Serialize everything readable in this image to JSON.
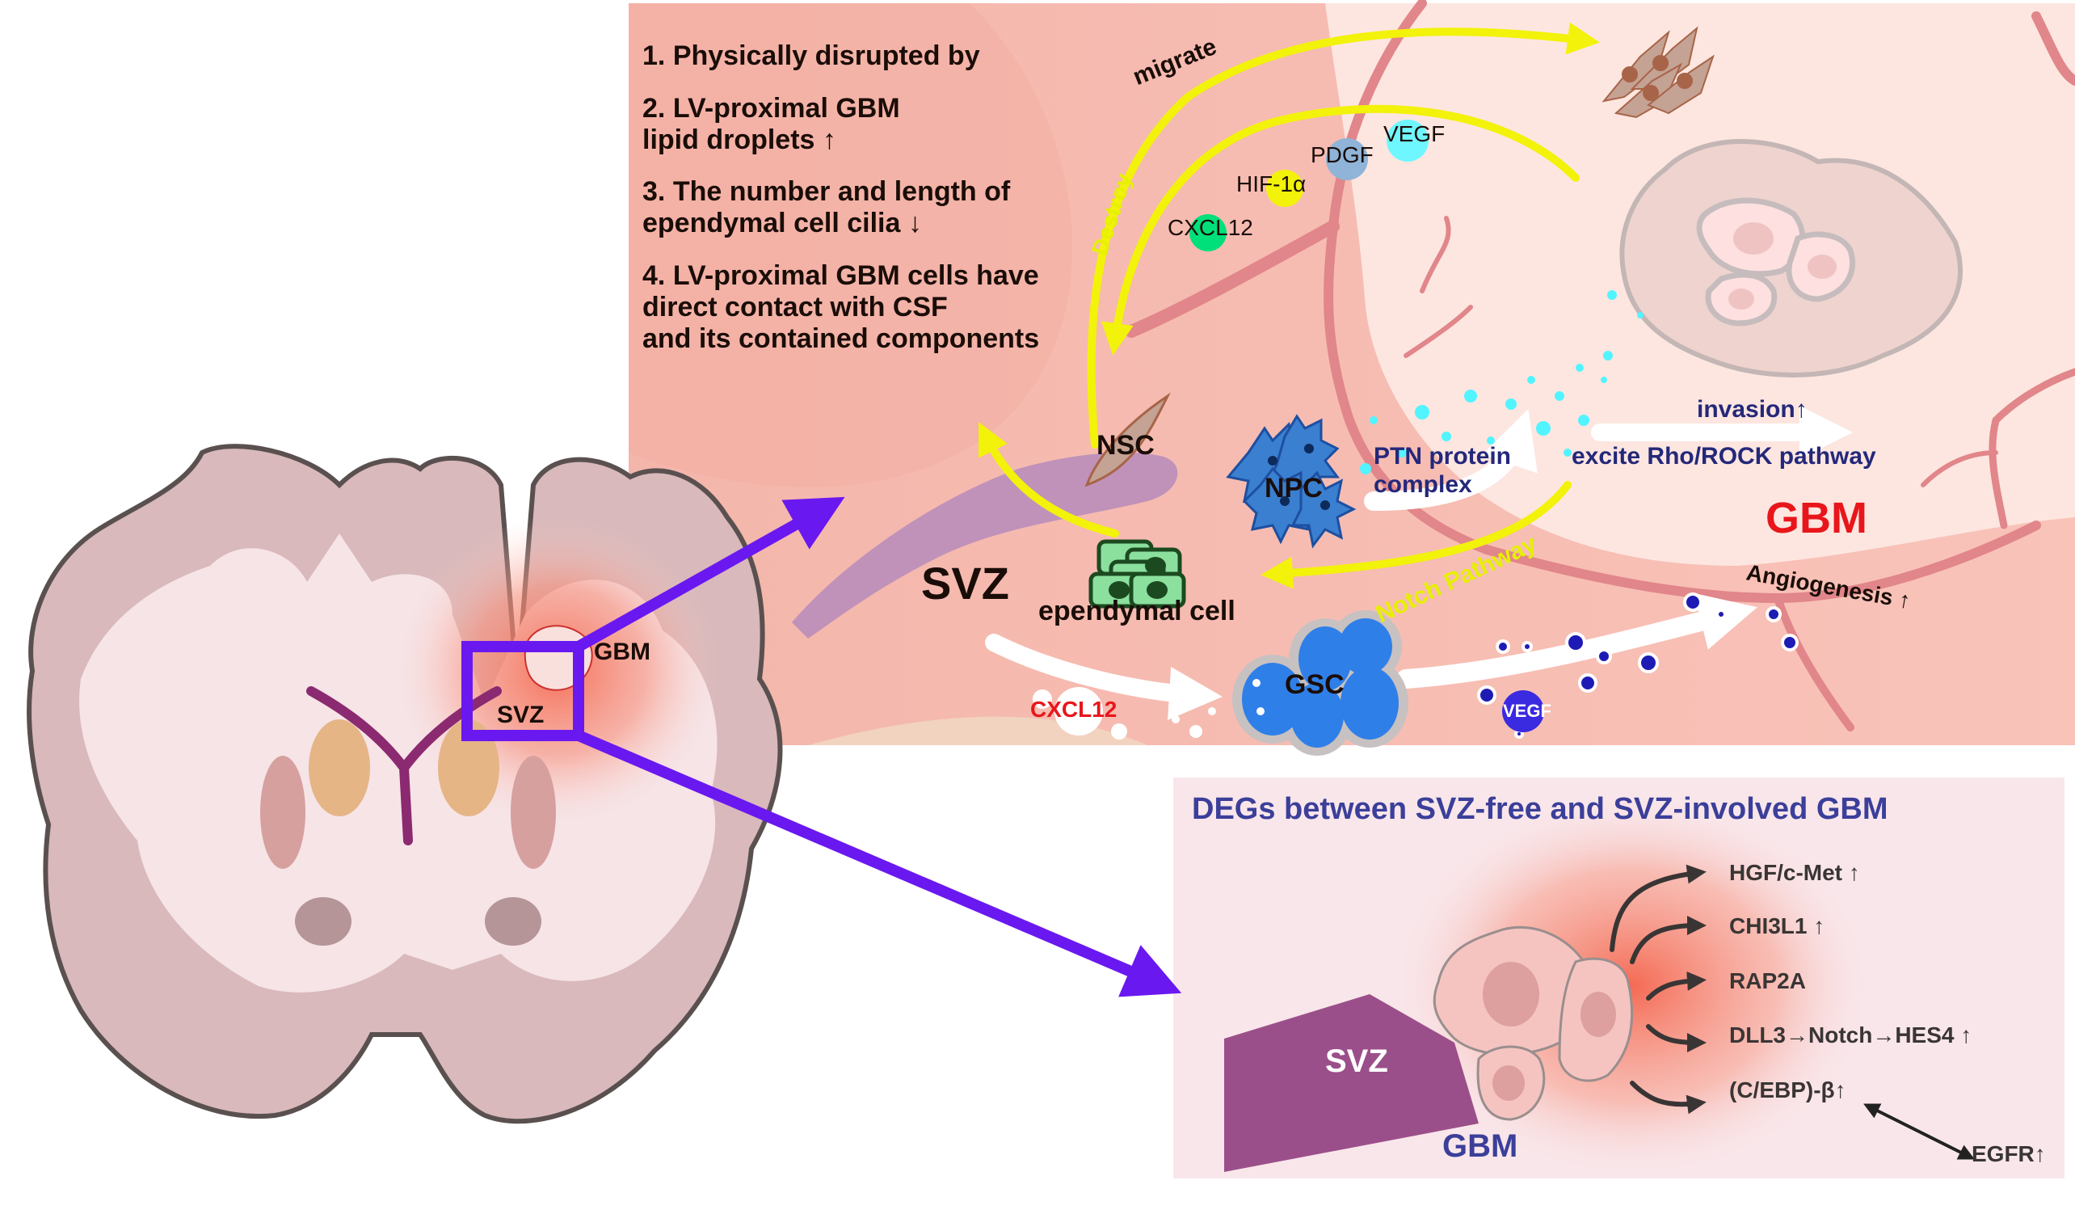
{
  "colors": {
    "panel_bg": "#f7bcb1",
    "panel_light": "#fde6e0",
    "yellow_arrow": "#f2f20a",
    "purple_zoom": "#6a18f0",
    "svz_purple": "#9b4f8a",
    "gbm_red": "#e8161b",
    "navy_text": "#24287a",
    "title_indigo": "#3b3f9a",
    "gsc_blue": "#2f7fe8",
    "vegf_blue": "#3a2ae0",
    "npc_blue": "#3a7fd0",
    "ependymal_green": "#8be09e",
    "cxcl12_green": "#00e07a",
    "hif_yellow": "#f2f20a",
    "pdgf_blue": "#8fb4d8",
    "vegf_cyan": "#6ff7ff",
    "brain_outer": "#d9b9bb",
    "brain_inner": "#f6e4e7"
  },
  "brain": {
    "label_gbm": "GBM",
    "label_svz": "SVZ"
  },
  "top_panel": {
    "findings": [
      {
        "num": "1.",
        "text": "Physically disrupted by"
      },
      {
        "num": "2.",
        "text": "LV-proximal GBM",
        "line2": "lipid droplets ↑"
      },
      {
        "num": "3.",
        "text": "The number and length of",
        "line2": "ependymal cell cilia ↓"
      },
      {
        "num": "4.",
        "text": "LV-proximal GBM cells have",
        "line2": "direct contact with CSF",
        "line3": "and its contained components"
      }
    ],
    "arrow_labels": {
      "migrate": "migrate",
      "destroy": "Destroy",
      "notch": "Notch Pathway"
    },
    "factors": [
      "CXCL12",
      "HIF-1α",
      "PDGF",
      "VEGF"
    ],
    "cells": {
      "nsc": "NSC",
      "npc": "NPC",
      "ependymal": "ependymal cell",
      "gsc": "GSC",
      "svz": "SVZ"
    },
    "ptn": {
      "line1": "PTN protein",
      "line2": "complex"
    },
    "invasion": "invasion↑",
    "rho": "excite Rho/ROCK pathway",
    "gbm": "GBM",
    "angiogenesis": "Angiogenesis ↑",
    "cxcl12_red": "CXCL12",
    "vegf_bubble": "VEGF"
  },
  "bottom_panel": {
    "title": "DEGs between SVZ-free and SVZ-involved GBM",
    "svz": "SVZ",
    "gbm": "GBM",
    "genes": [
      "HGF/c-Met ↑",
      "CHI3L1 ↑",
      "RAP2A",
      "DLL3→Notch→HES4 ↑",
      "(C/EBP)-β↑"
    ],
    "egfr": "EGFR↑"
  }
}
